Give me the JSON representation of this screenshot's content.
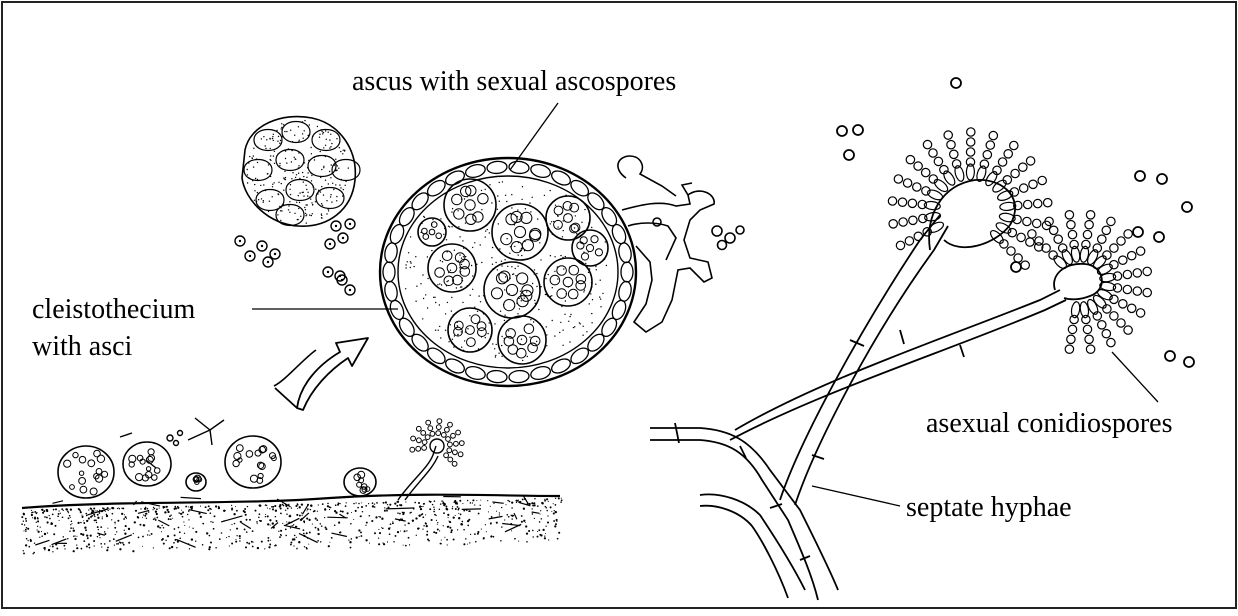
{
  "labels": {
    "ascus": "ascus with sexual ascospores",
    "cleisto_line1": "cleistothecium",
    "cleisto_line2": "with asci",
    "conidio": "asexual conidiospores",
    "hyphae": "septate hyphae"
  },
  "colors": {
    "ink": "#000000",
    "paper": "#ffffff",
    "frame": "#222222"
  }
}
